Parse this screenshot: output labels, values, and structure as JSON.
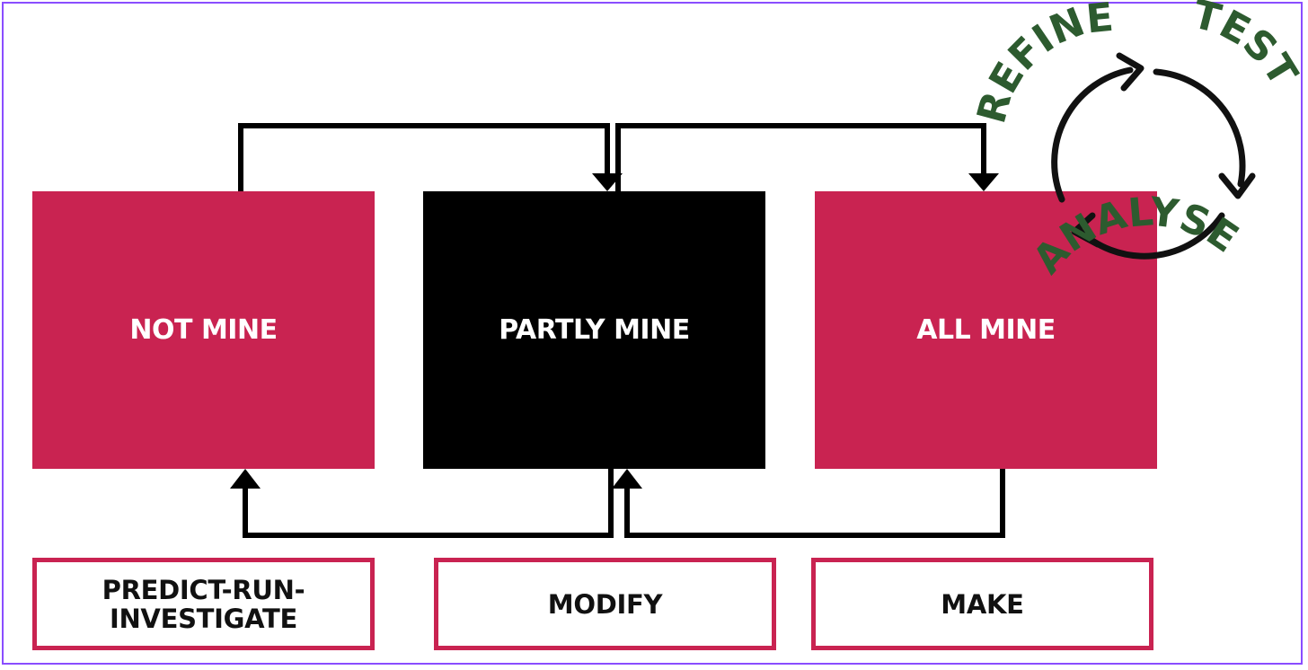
{
  "boxes": {
    "not_mine": "NOT MINE",
    "partly_mine": "PARTLY MINE",
    "all_mine": "ALL MINE"
  },
  "stages": {
    "predict_run_investigate": [
      "PREDICT-RUN-",
      "INVESTIGATE"
    ],
    "modify": "MODIFY",
    "make": "MAKE"
  },
  "cycle": {
    "refine": "REFINE",
    "test": "TEST",
    "analyse": "ANALYSE"
  },
  "colors": {
    "pink": "#c92351",
    "black": "#000000",
    "green": "#2d5b2f",
    "frame": "#8a4dff"
  }
}
